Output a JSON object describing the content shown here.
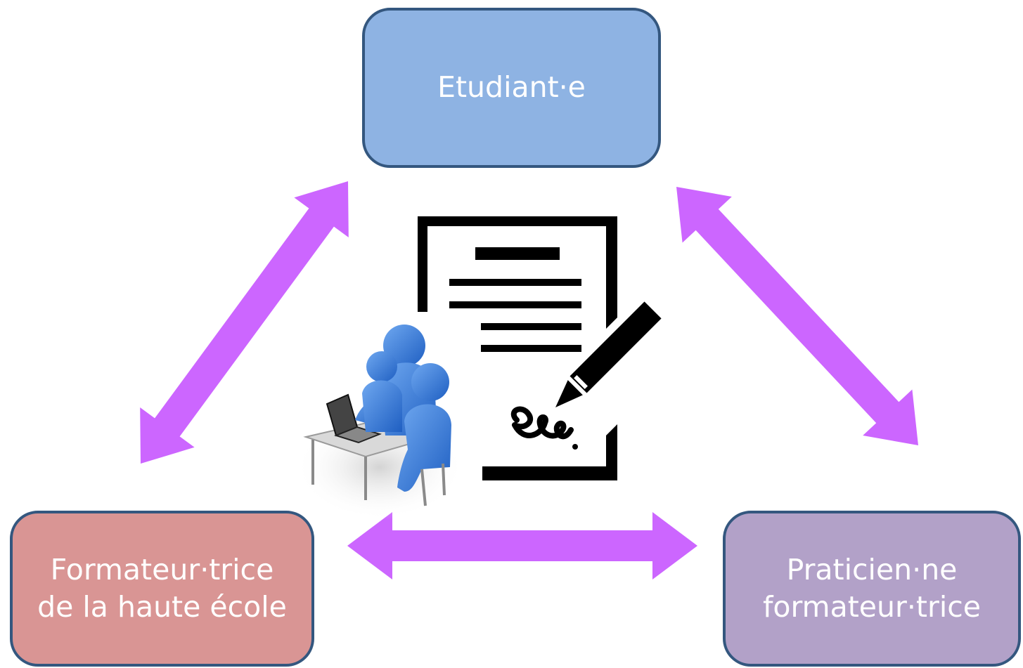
{
  "diagram": {
    "nodes": {
      "student": {
        "lines": [
          "Etudiant·e"
        ],
        "color": "#8eb3e3"
      },
      "school_trainer": {
        "lines": [
          "Formateur·trice",
          "de la haute école"
        ],
        "color": "#d99594"
      },
      "practitioner": {
        "lines": [
          "Praticien·ne",
          "formateur·trice"
        ],
        "color": "#b2a1c8"
      }
    },
    "node_border_color": "#34577f",
    "arrow_color": "#cc66ff",
    "edges": [
      {
        "from": "student",
        "to": "school_trainer",
        "bidirectional": true
      },
      {
        "from": "student",
        "to": "practitioner",
        "bidirectional": true
      },
      {
        "from": "school_trainer",
        "to": "practitioner",
        "bidirectional": true
      }
    ],
    "center_icons": [
      "people-at-computer-icon",
      "signed-document-icon"
    ]
  }
}
